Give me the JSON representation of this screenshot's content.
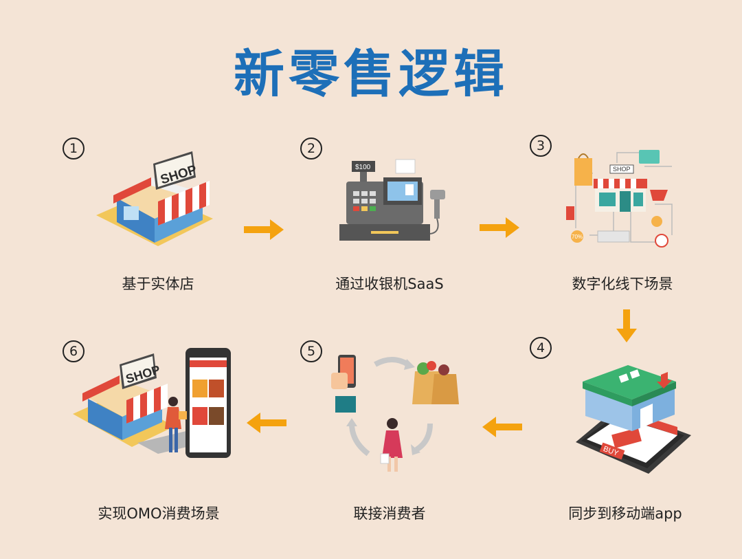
{
  "title": "新零售逻辑",
  "colors": {
    "background": "#f4e4d6",
    "title": "#1d6fb8",
    "arrow": "#f4a20f"
  },
  "steps": [
    {
      "num": "1",
      "label": "基于实体店",
      "icon": "shop-building-icon"
    },
    {
      "num": "2",
      "label": "通过收银机SaaS",
      "icon": "cash-register-icon"
    },
    {
      "num": "3",
      "label": "数字化线下场景",
      "icon": "digital-store-network-icon"
    },
    {
      "num": "4",
      "label": "同步到移动端app",
      "icon": "store-on-phone-icon"
    },
    {
      "num": "5",
      "label": "联接消费者",
      "icon": "consumer-cycle-icon"
    },
    {
      "num": "6",
      "label": "实现OMO消费场景",
      "icon": "shop-and-phone-icon"
    }
  ],
  "illustration_text": {
    "shop_sign": "SHOP",
    "register_price": "$100",
    "store3_sign": "SHOP",
    "percent_tag": "70%",
    "buy_button": "BUY"
  }
}
